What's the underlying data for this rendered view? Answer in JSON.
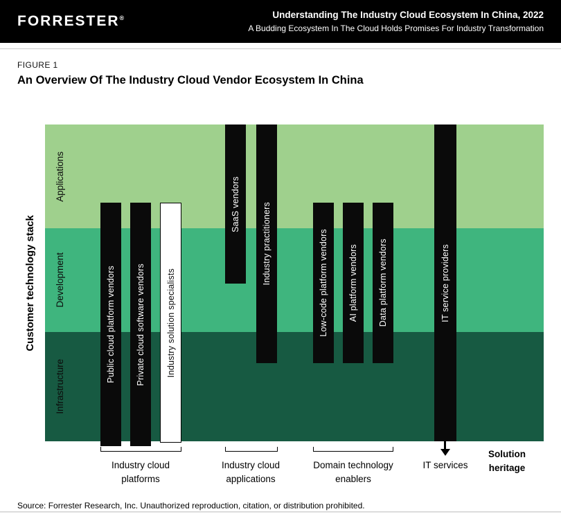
{
  "header": {
    "logo": "FORRESTER",
    "registered_mark": "®",
    "title": "Understanding The Industry Cloud Ecosystem In China, 2022",
    "subtitle": "A Budding Ecosystem In The Cloud Holds Promises For Industry Transformation"
  },
  "figure": {
    "label": "FIGURE 1",
    "title": "An Overview Of The Industry Cloud Vendor Ecosystem In China"
  },
  "chart_data": {
    "type": "diagram",
    "y_axis_title": "Customer technology stack",
    "stack_layers": [
      "Applications",
      "Development",
      "Infrastructure"
    ],
    "layer_colors": {
      "applications": "#9FD08D",
      "development": "#3FB57E",
      "infrastructure": "#175A42"
    },
    "bar_color": "#0a0a0a",
    "bars": [
      {
        "label": "Public cloud platform vendors",
        "group": "Industry cloud platforms",
        "style": "black",
        "spans": [
          "applications-partial",
          "development",
          "infrastructure"
        ]
      },
      {
        "label": "Private cloud software vendors",
        "group": "Industry cloud platforms",
        "style": "black",
        "spans": [
          "applications-partial",
          "development",
          "infrastructure"
        ]
      },
      {
        "label": "Industry solution specialists",
        "group": "Industry cloud platforms",
        "style": "white-outline",
        "spans": [
          "applications-partial",
          "development",
          "infrastructure"
        ]
      },
      {
        "label": "SaaS vendors",
        "group": "Industry cloud applications",
        "style": "black",
        "spans": [
          "applications",
          "development-partial"
        ]
      },
      {
        "label": "Industry practitioners",
        "group": "Industry cloud applications",
        "style": "black",
        "spans": [
          "applications",
          "development",
          "infrastructure-partial"
        ]
      },
      {
        "label": "Low-code platform vendors",
        "group": "Domain technology enablers",
        "style": "black",
        "spans": [
          "applications-partial",
          "development",
          "infrastructure-partial"
        ]
      },
      {
        "label": "AI platform vendors",
        "group": "Domain technology enablers",
        "style": "black",
        "spans": [
          "applications-partial",
          "development",
          "infrastructure-partial"
        ]
      },
      {
        "label": "Data platform vendors",
        "group": "Domain technology enablers",
        "style": "black",
        "spans": [
          "applications-partial",
          "development",
          "infrastructure-partial"
        ]
      },
      {
        "label": "IT service providers",
        "group": "IT services",
        "style": "black",
        "spans": [
          "applications",
          "development",
          "infrastructure"
        ],
        "arrow": "down"
      }
    ],
    "groups": [
      {
        "label": "Industry cloud\nplatforms"
      },
      {
        "label": "Industry cloud\napplications"
      },
      {
        "label": "Domain technology\nenablers"
      },
      {
        "label": "IT services"
      }
    ],
    "solution_heritage_label": "Solution\nheritage"
  },
  "footer": {
    "source": "Source: Forrester Research, Inc. Unauthorized reproduction, citation, or distribution prohibited."
  }
}
